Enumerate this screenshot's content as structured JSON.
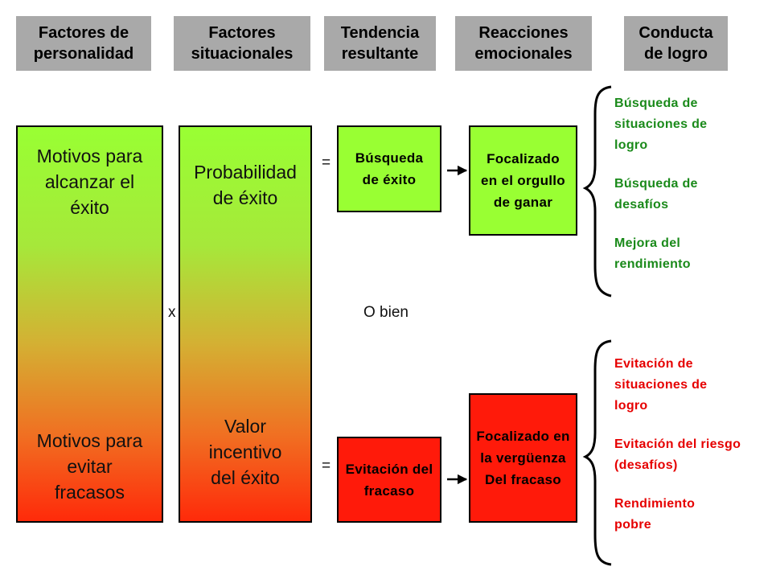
{
  "headers": [
    "Factores de personalidad",
    "Factores situacionales",
    "Tendencia resultante",
    "Reacciones emocionales",
    "Conducta de logro"
  ],
  "personality": {
    "top": "Motivos para alcanzar el éxito",
    "bottom": "Motivos para evitar fracasos"
  },
  "situational": {
    "top": "Probabilidad de éxito",
    "bottom": "Valor incentivo del éxito"
  },
  "operators": {
    "multiply": "x",
    "equals_top": "=",
    "equals_bottom": "=",
    "or": "O bien"
  },
  "tendency": {
    "top": "Búsqueda de éxito",
    "bottom": "Evitación del fracaso"
  },
  "emotion": {
    "top": "Focalizado en el orgullo de ganar",
    "bottom": "Focalizado en la vergüenza Del fracaso"
  },
  "behavior": {
    "positive": [
      "Búsqueda de situaciones de logro",
      "Búsqueda de desafíos",
      "Mejora del rendimiento"
    ],
    "negative": [
      "Evitación de situaciones de logro",
      "Evitación del riesgo (desafíos)",
      "Rendimiento pobre"
    ]
  },
  "colors": {
    "header_bg": "#a9a9a9",
    "success": "#99ff33",
    "failure": "#ff1a0a",
    "positive_text": "#1a8a1a",
    "negative_text": "#e60000"
  }
}
